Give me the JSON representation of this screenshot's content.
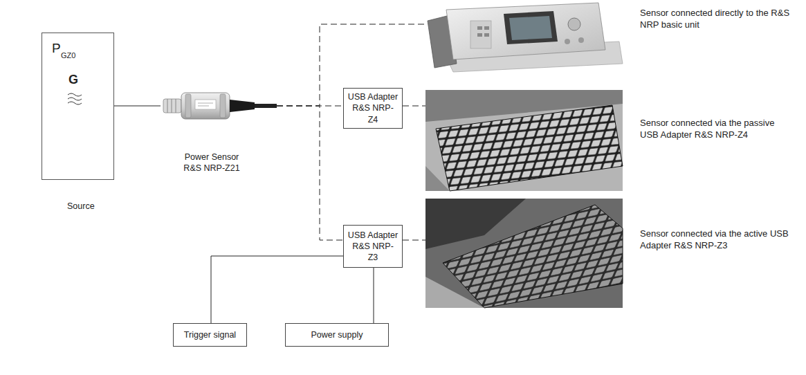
{
  "diagram": {
    "nodes": [
      {
        "text": [
          "P",
          "GZ0",
          "G",
          "Source"
        ]
      },
      {
        "text": [
          "Power Sensor R&S NRP-Z21"
        ]
      },
      {
        "text": [
          "Sensor connected directly to the R&S NRP basic unit"
        ]
      },
      {
        "text": [
          "USB Adapter R&S NRP-Z4"
        ]
      },
      {
        "text": [
          "Sensor connected via the passive USB Adapter R&S NRP-Z4"
        ]
      },
      {
        "text": [
          "USB Adapter R&S NRP-Z3"
        ]
      },
      {
        "text": [
          "Sensor connected via the active USB Adapter R&S NRP-Z3"
        ]
      },
      {
        "text": [
          "Trigger signal"
        ]
      },
      {
        "text": [
          "Power supply"
        ]
      }
    ],
    "edges": [
      {
        "from": 0,
        "to": 1,
        "arrow": "none"
      },
      {
        "from": 1,
        "to": 2,
        "arrow": "none"
      },
      {
        "from": 1,
        "to": 3,
        "arrow": "none"
      },
      {
        "from": 1,
        "to": 5,
        "arrow": "none"
      },
      {
        "from": 3,
        "to": 4,
        "arrow": "none"
      },
      {
        "from": 5,
        "to": 6,
        "arrow": "none"
      },
      {
        "from": 5,
        "to": 7,
        "arrow": "none"
      },
      {
        "from": 5,
        "to": 8,
        "arrow": "none"
      }
    ]
  }
}
